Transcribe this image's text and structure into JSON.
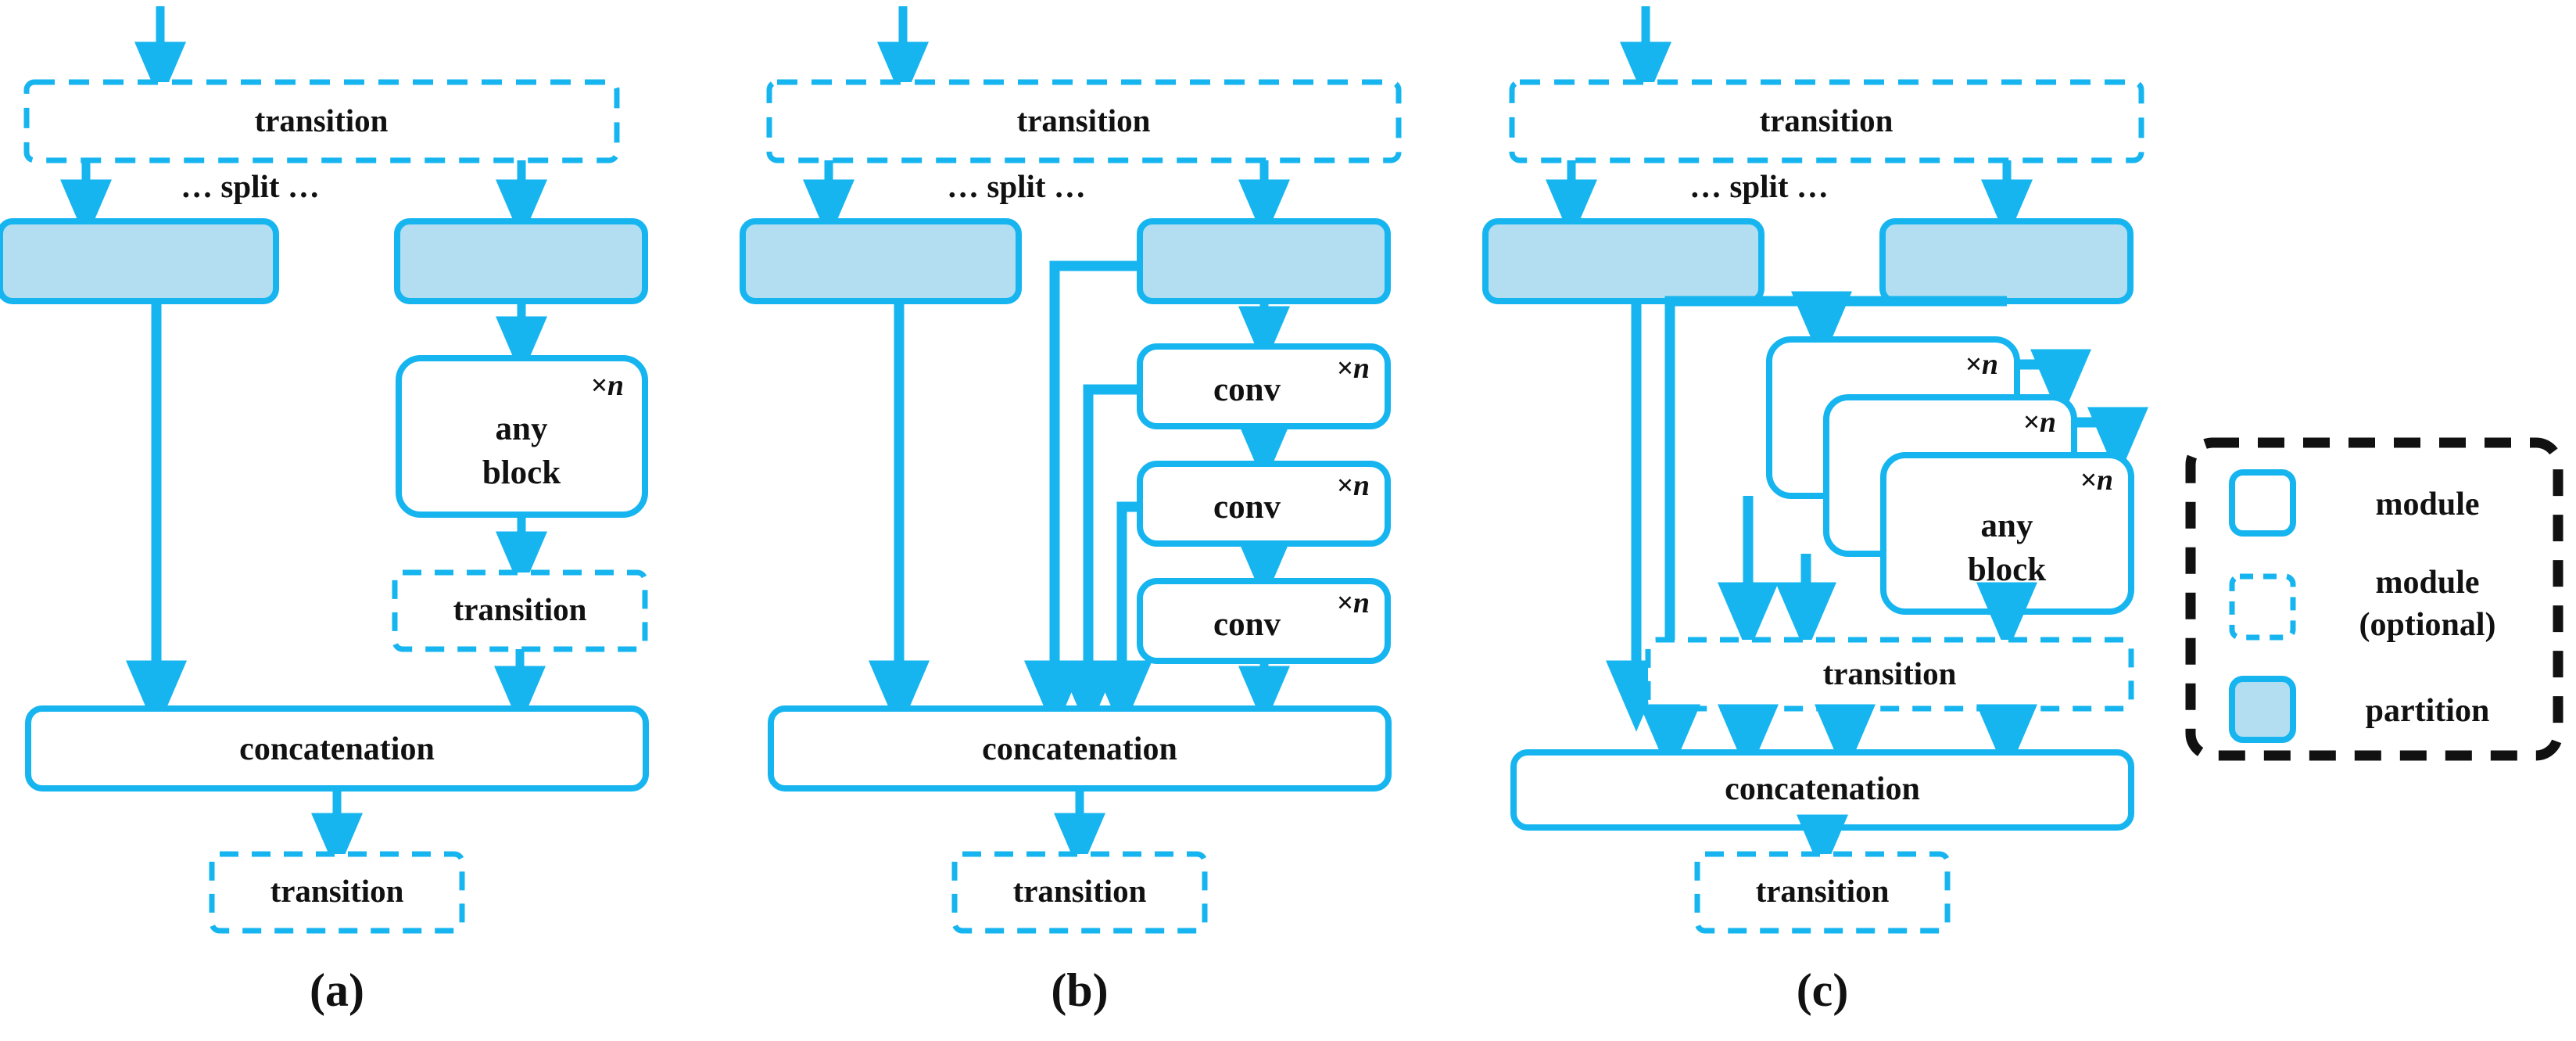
{
  "figure": {
    "title": "",
    "accent_color": "#16b5f0",
    "partition_fill": "#b3def2",
    "text_color": "#111111",
    "legend_border_color": "#111111"
  },
  "panels": [
    {
      "id": "a",
      "caption": "(a)",
      "top_transition": "transition",
      "split_label": "… split …",
      "partitions": [
        "",
        ""
      ],
      "blocks": [
        {
          "label_line1": "any",
          "label_line2": "block",
          "multiplier": "×n"
        }
      ],
      "mid_transition": "transition",
      "concatenation": "concatenation",
      "bottom_transition": "transition"
    },
    {
      "id": "b",
      "caption": "(b)",
      "top_transition": "transition",
      "split_label": "… split …",
      "partitions": [
        "",
        ""
      ],
      "blocks": [
        {
          "label_line1": "conv",
          "label_line2": "",
          "multiplier": "×n"
        },
        {
          "label_line1": "conv",
          "label_line2": "",
          "multiplier": "×n"
        },
        {
          "label_line1": "conv",
          "label_line2": "",
          "multiplier": "×n"
        }
      ],
      "mid_transition": "",
      "concatenation": "concatenation",
      "bottom_transition": "transition"
    },
    {
      "id": "c",
      "caption": "(c)",
      "top_transition": "transition",
      "split_label": "… split …",
      "partitions": [
        "",
        ""
      ],
      "blocks": [
        {
          "label_line1": "",
          "label_line2": "",
          "multiplier": "×n"
        },
        {
          "label_line1": "",
          "label_line2": "",
          "multiplier": "×n"
        },
        {
          "label_line1": "any",
          "label_line2": "block",
          "multiplier": "×n"
        }
      ],
      "mid_transition": "transition",
      "concatenation": "concatenation",
      "bottom_transition": "transition"
    }
  ],
  "legend": {
    "items": [
      {
        "swatch": "module-solid",
        "label": "module"
      },
      {
        "swatch": "module-dashed",
        "label_line1": "module",
        "label_line2": "(optional)"
      },
      {
        "swatch": "partition-filled",
        "label": "partition"
      }
    ]
  }
}
